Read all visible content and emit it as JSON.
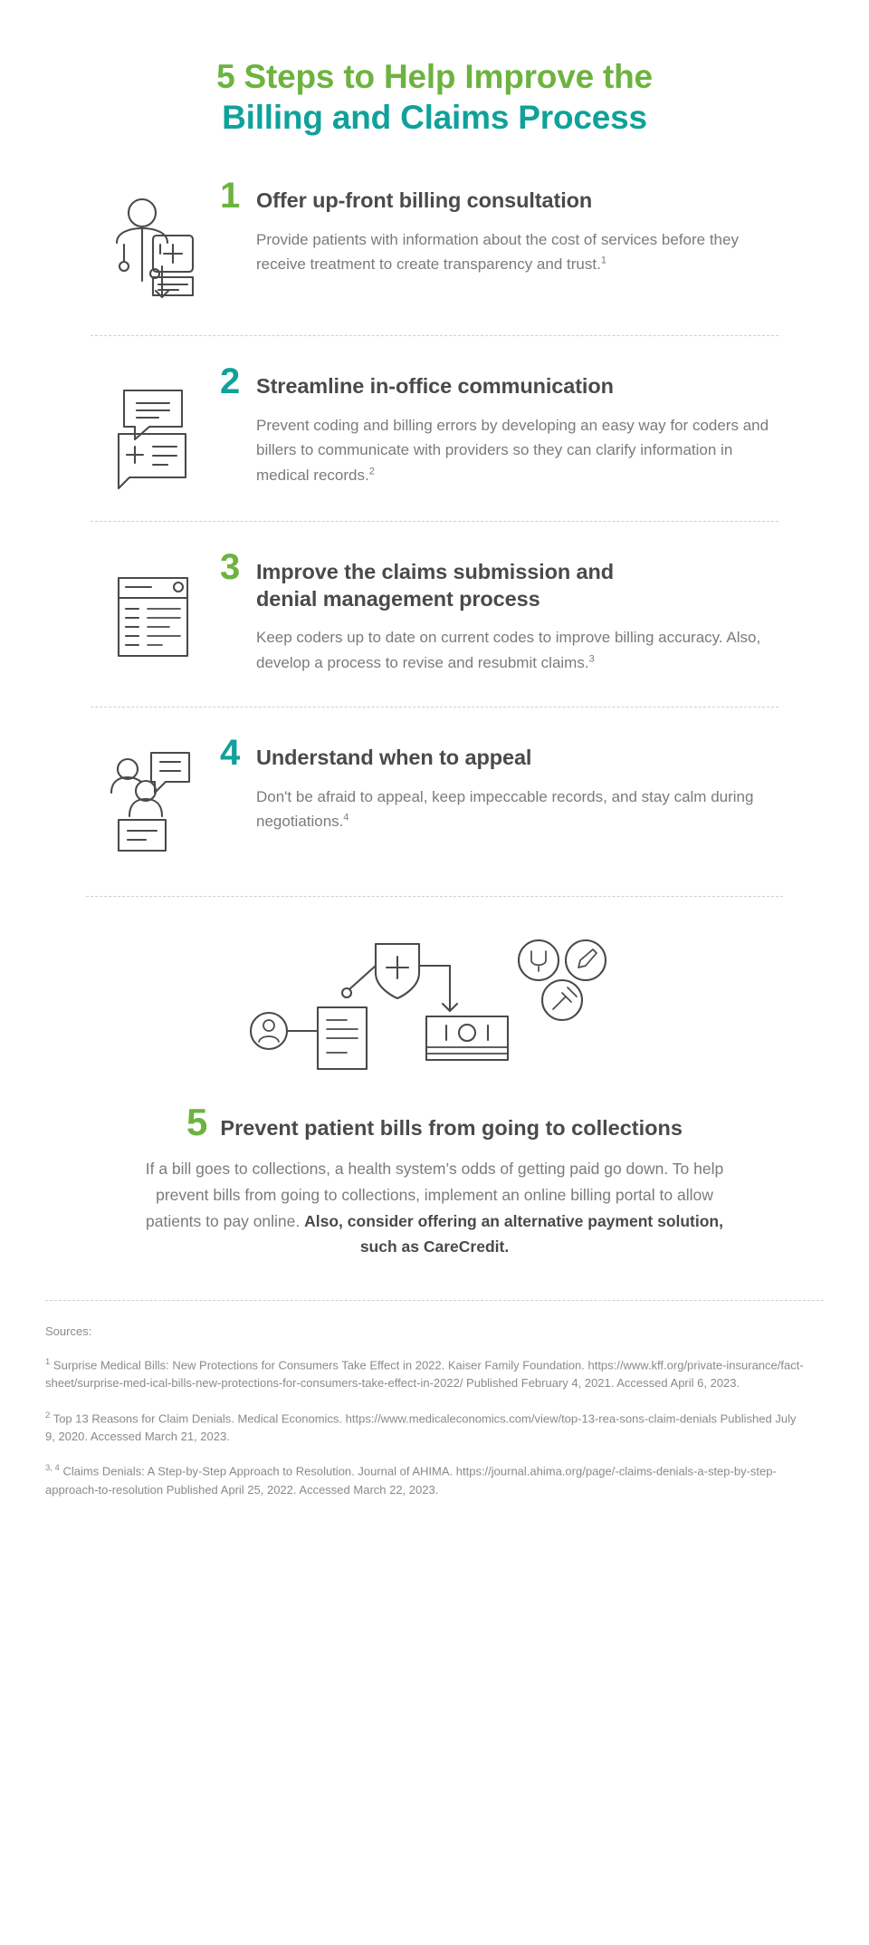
{
  "title": {
    "line1": "5 Steps to Help Improve the",
    "line2": "Billing and Claims Process",
    "color_line1": "#6cb33f",
    "color_line2": "#10a19a"
  },
  "steps": [
    {
      "number": "1",
      "number_color": "#6cb33f",
      "title": "Offer up-front billing consultation",
      "text": "Provide patients with information about the cost of services before they receive treatment to create transparency and trust.",
      "footnote_marker": "1",
      "icon": "patient-consultation-icon"
    },
    {
      "number": "2",
      "number_color": "#10a19a",
      "title": "Streamline in-office communication",
      "text": "Prevent coding and billing errors by developing an easy way for coders and billers to communicate with providers so they can clarify information in medical records.",
      "footnote_marker": "2",
      "icon": "chat-records-icon"
    },
    {
      "number": "3",
      "number_color": "#6cb33f",
      "title": "Improve the claims submission and denial management process",
      "text": "Keep coders up to date on current codes to improve billing accuracy. Also, develop a process to revise and resubmit claims.",
      "footnote_marker": "3",
      "icon": "claim-form-icon"
    },
    {
      "number": "4",
      "number_color": "#10a19a",
      "title": "Understand when to appeal",
      "text": "Don't be afraid to appeal, keep impeccable records, and stay calm during negotiations.",
      "footnote_marker": "4",
      "icon": "people-chat-icon"
    }
  ],
  "step5": {
    "number": "5",
    "number_color": "#6cb33f",
    "title": "Prevent patient bills from going to collections",
    "text_regular": "If a bill goes to collections, a health system’s odds of getting paid go down. To help prevent bills from going to collections, implement an online billing portal to allow patients to pay online. ",
    "text_bold": "Also, consider offering an alternative payment solution, such as CareCredit.",
    "icon": "payment-network-icon"
  },
  "sources": {
    "label": "Sources:",
    "items": [
      {
        "marker": "1",
        "text": "Surprise Medical Bills: New Protections for Consumers Take Effect in 2022. Kaiser Family Foundation. https://www.kff.org/private-insurance/fact-sheet/surprise-med-ical-bills-new-protections-for-consumers-take-effect-in-2022/ Published February 4, 2021. Accessed April 6, 2023."
      },
      {
        "marker": "2",
        "text": "Top 13 Reasons for Claim Denials. Medical Economics. https://www.medicaleconomics.com/view/top-13-rea-sons-claim-denials Published July 9, 2020. Accessed March 21, 2023."
      },
      {
        "marker": "3, 4",
        "text": "Claims Denials: A Step-by-Step Approach to Resolution. Journal of AHIMA. https://journal.ahima.org/page/-claims-denials-a-step-by-step-approach-to-resolution Published April 25, 2022. Accessed March 22, 2023."
      }
    ]
  }
}
